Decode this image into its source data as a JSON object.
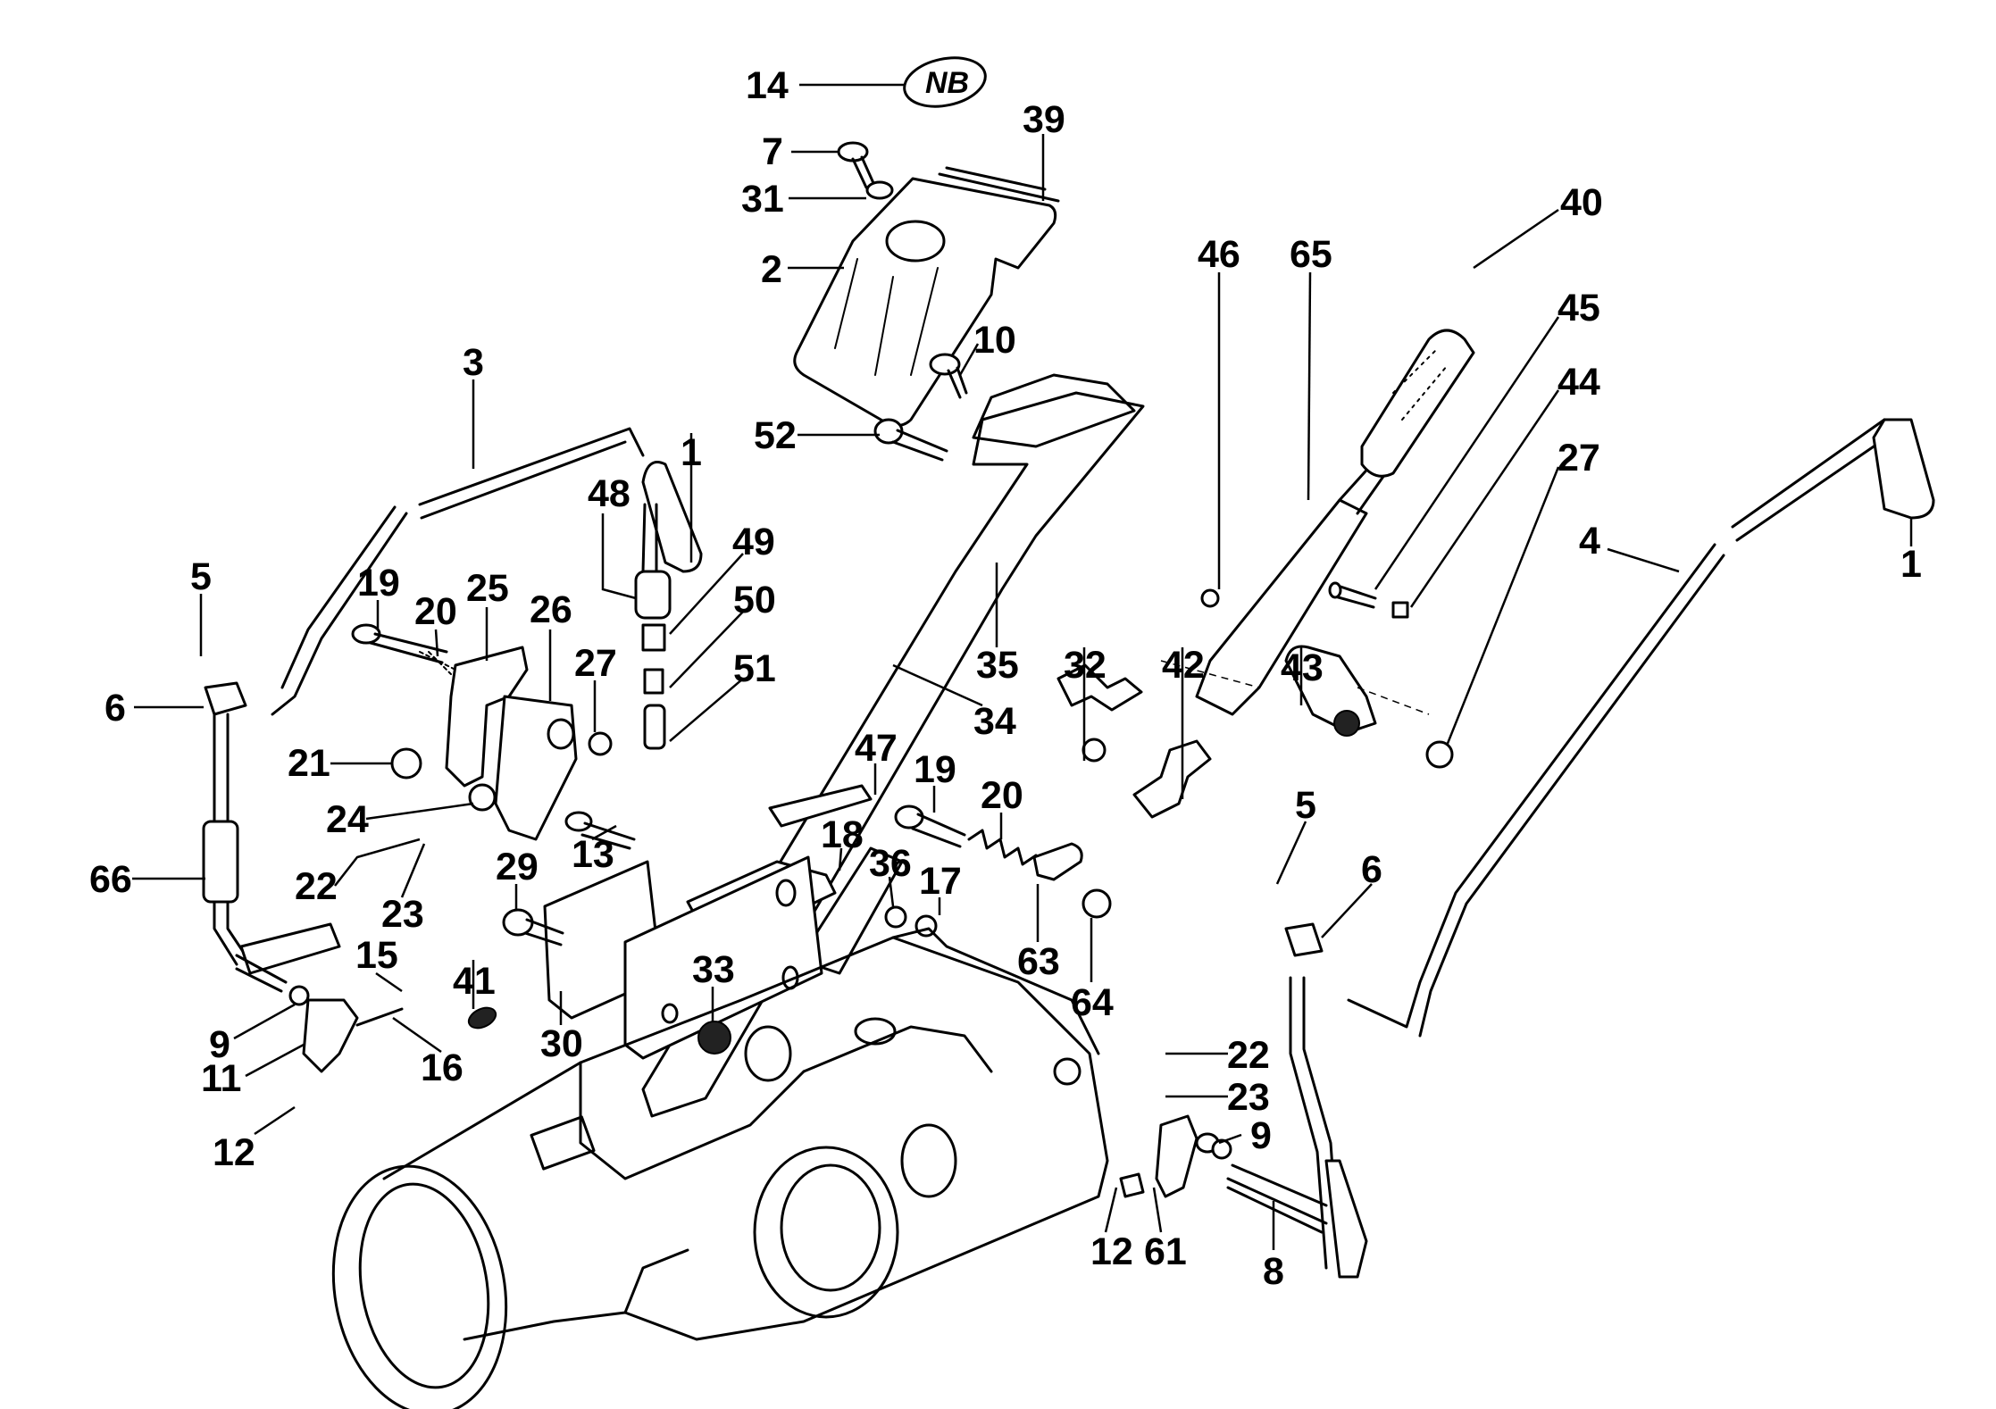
{
  "diagram": {
    "title": "",
    "type": "exploded-parts-diagram",
    "subject": "tractor gearshift / lift control linkage assembly",
    "emblem_text": "NB",
    "callouts": [
      {
        "id": "c14",
        "label": "14",
        "part": "emblem badge"
      },
      {
        "id": "c39",
        "label": "39",
        "part": "gasket"
      },
      {
        "id": "c7",
        "label": "7",
        "part": "screw"
      },
      {
        "id": "c31",
        "label": "31",
        "part": "washer"
      },
      {
        "id": "c2",
        "label": "2",
        "part": "cover"
      },
      {
        "id": "c40",
        "label": "40",
        "part": "lever knob"
      },
      {
        "id": "c46",
        "label": "46",
        "part": "pin"
      },
      {
        "id": "c65",
        "label": "65",
        "part": "hand lever"
      },
      {
        "id": "c45",
        "label": "45",
        "part": "pivot pin"
      },
      {
        "id": "c10",
        "label": "10",
        "part": "screw"
      },
      {
        "id": "c3",
        "label": "3",
        "part": "control rod left"
      },
      {
        "id": "c44",
        "label": "44",
        "part": "nut"
      },
      {
        "id": "c52",
        "label": "52",
        "part": "bolt"
      },
      {
        "id": "c1a",
        "label": "1",
        "part": "grip left"
      },
      {
        "id": "c27a",
        "label": "27",
        "part": "nut right"
      },
      {
        "id": "c48",
        "label": "48",
        "part": "cable"
      },
      {
        "id": "c4",
        "label": "4",
        "part": "control rod right"
      },
      {
        "id": "c1b",
        "label": "1",
        "part": "grip right"
      },
      {
        "id": "c49",
        "label": "49",
        "part": "cable fitting"
      },
      {
        "id": "c5a",
        "label": "5",
        "part": "cotter pin left"
      },
      {
        "id": "c19a",
        "label": "19",
        "part": "bolt left"
      },
      {
        "id": "c20a",
        "label": "20",
        "part": "spring left"
      },
      {
        "id": "c25",
        "label": "25",
        "part": "bracket"
      },
      {
        "id": "c26",
        "label": "26",
        "part": "lever arm"
      },
      {
        "id": "c50",
        "label": "50",
        "part": "spring fitting"
      },
      {
        "id": "c35",
        "label": "35",
        "part": "lever support"
      },
      {
        "id": "c32",
        "label": "32",
        "part": "nut"
      },
      {
        "id": "c42",
        "label": "42",
        "part": "clamp"
      },
      {
        "id": "c43",
        "label": "43",
        "part": "bracket"
      },
      {
        "id": "c27b",
        "label": "27",
        "part": "nut left"
      },
      {
        "id": "c51",
        "label": "51",
        "part": "cable end"
      },
      {
        "id": "c6a",
        "label": "6",
        "part": "swivel joint left"
      },
      {
        "id": "c34",
        "label": "34",
        "part": "decal"
      },
      {
        "id": "c21",
        "label": "21",
        "part": "bushing"
      },
      {
        "id": "c47",
        "label": "47",
        "part": "plate"
      },
      {
        "id": "c19b",
        "label": "19",
        "part": "bolt right"
      },
      {
        "id": "c20b",
        "label": "20",
        "part": "spring right"
      },
      {
        "id": "c5b",
        "label": "5",
        "part": "cotter pin right"
      },
      {
        "id": "c24",
        "label": "24",
        "part": "pivot"
      },
      {
        "id": "c13",
        "label": "13",
        "part": "bolt"
      },
      {
        "id": "c18",
        "label": "18",
        "part": "quadrant"
      },
      {
        "id": "c66",
        "label": "66",
        "part": "turnbuckle"
      },
      {
        "id": "c22a",
        "label": "22",
        "part": "roll pin left"
      },
      {
        "id": "c6b",
        "label": "6",
        "part": "swivel joint right"
      },
      {
        "id": "c29",
        "label": "29",
        "part": "bolt"
      },
      {
        "id": "c36",
        "label": "36",
        "part": "washer"
      },
      {
        "id": "c17",
        "label": "17",
        "part": "nut"
      },
      {
        "id": "c23a",
        "label": "23",
        "part": "pin left"
      },
      {
        "id": "c63",
        "label": "63",
        "part": "plate"
      },
      {
        "id": "c15",
        "label": "15",
        "part": "pin"
      },
      {
        "id": "c41",
        "label": "41",
        "part": "plug"
      },
      {
        "id": "c33",
        "label": "33",
        "part": "breather"
      },
      {
        "id": "c64",
        "label": "64",
        "part": "nut"
      },
      {
        "id": "c9a",
        "label": "9",
        "part": "o-ring left"
      },
      {
        "id": "c30",
        "label": "30",
        "part": "housing plate"
      },
      {
        "id": "c16",
        "label": "16",
        "part": "pin"
      },
      {
        "id": "c11",
        "label": "11",
        "part": "lever"
      },
      {
        "id": "c22b",
        "label": "22",
        "part": "roll pin right"
      },
      {
        "id": "c23b",
        "label": "23",
        "part": "pin right"
      },
      {
        "id": "c9b",
        "label": "9",
        "part": "o-ring right"
      },
      {
        "id": "c12a",
        "label": "12",
        "part": "key left"
      },
      {
        "id": "c12b",
        "label": "12",
        "part": "key right"
      },
      {
        "id": "c61",
        "label": "61",
        "part": "lever"
      },
      {
        "id": "c8",
        "label": "8",
        "part": "shaft lever"
      }
    ]
  }
}
